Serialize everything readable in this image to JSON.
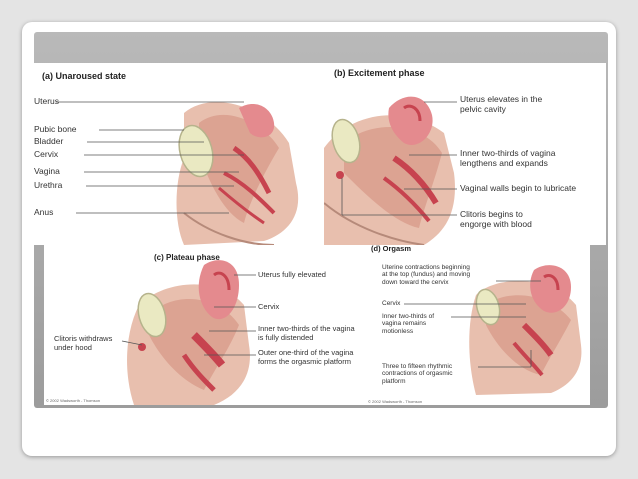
{
  "panels": {
    "a": {
      "title": "(a) Unaroused state",
      "labels": [
        "Uterus",
        "Pubic bone",
        "Bladder",
        "Cervix",
        "Vagina",
        "Urethra",
        "Anus"
      ]
    },
    "b": {
      "title": "(b) Excitement phase",
      "labels": [
        "Uterus elevates in the\npelvic cavity",
        "Inner two-thirds of vagina\nlengthens and expands",
        "Vaginal walls begin to lubricate",
        "Clitoris begins to\nengorge with blood"
      ]
    },
    "c": {
      "title": "(c) Plateau phase",
      "labels": [
        "Uterus fully elevated",
        "Cervix",
        "Inner two-thirds of the vagina\nis fully distended",
        "Outer one-third of the vagina\nforms the orgasmic platform",
        "Clitoris withdraws\nunder hood"
      ],
      "credit": "© 2002 Wadsworth - Thomson"
    },
    "d": {
      "title": "(d) Orgasm",
      "labels": [
        "Uterine contractions beginning\nat the top (fundus) and moving\ndown toward the cervix",
        "Cervix",
        "Inner two-thirds of\nvagina remains\nmotionless",
        "Three to fifteen rhythmic\ncontractions of orgasmic\nplatform"
      ],
      "credit": "© 2002 Wadsworth - Thomson"
    }
  }
}
